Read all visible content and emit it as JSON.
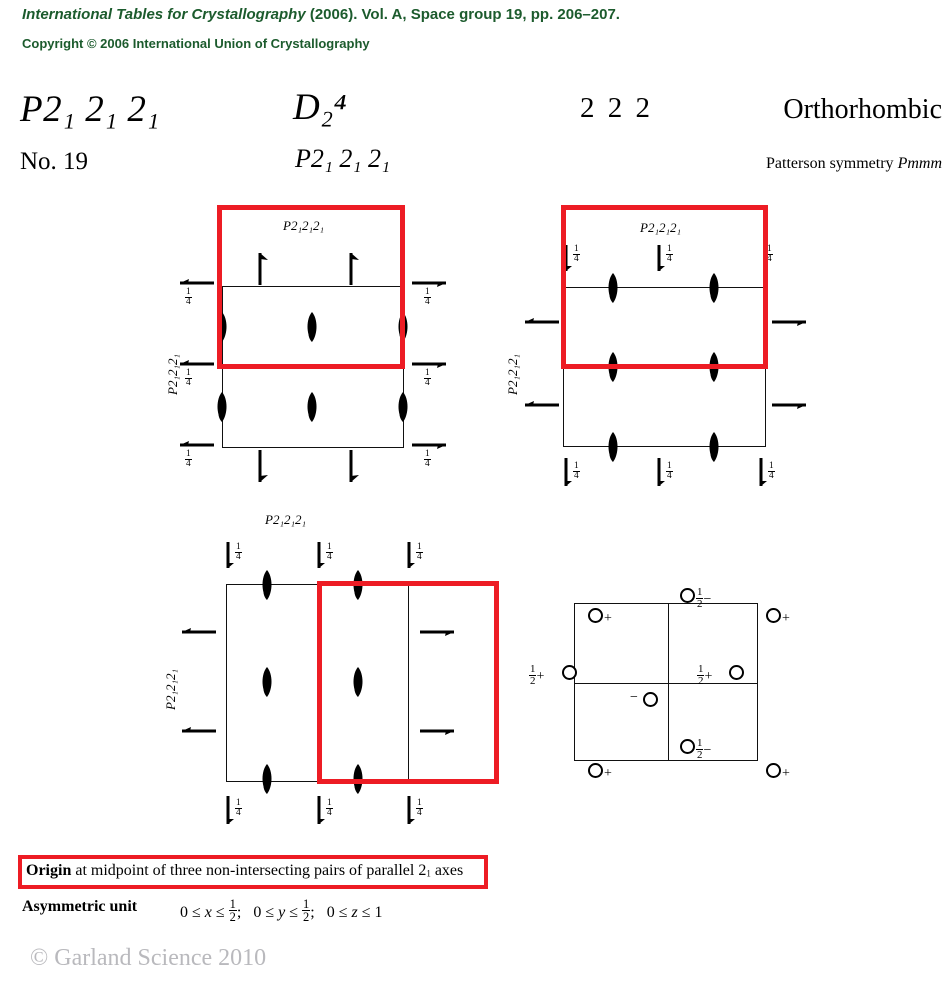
{
  "header": {
    "line1_italic": "International Tables for Crystallography",
    "line1_rest": " (2006). Vol. A, Space group 19, pp. 206–207.",
    "line2": "Copyright © 2006 International Union of Crystallography",
    "color": "#1c5b2d"
  },
  "title": {
    "hm_symbol": "P2₁ 2₁ 2₁",
    "schoenflies": "D₂⁴",
    "point_group": "2 2 2",
    "crystal_system": "Orthorhombic",
    "group_number": "No. 19",
    "hm_symbol_2": "P2₁ 2₁ 2₁",
    "patterson_prefix": "Patterson symmetry ",
    "patterson_symbol": "Pmmm"
  },
  "diagrams": [
    {
      "id": "diagram-ab-projection",
      "top_label": "P2₁2₁2₁",
      "side_label": "P2₁2₁2₁",
      "quarter_labels": [
        "¼",
        "¼",
        "¼",
        "¼",
        "¼",
        "¼"
      ],
      "red_highlight": true
    },
    {
      "id": "diagram-bc-projection",
      "top_label": "P2₁2₁2₁",
      "side_label": "P2₁2₁2₁",
      "quarter_labels": [
        "¼",
        "¼",
        "¼",
        "¼",
        "¼",
        "¼"
      ],
      "red_highlight": true
    },
    {
      "id": "diagram-ca-projection",
      "top_label": "P2₁2₁2₁",
      "side_label": "P2₁2₁2₁",
      "quarter_labels": [
        "¼",
        "¼",
        "¼",
        "¼",
        "¼",
        "¼"
      ],
      "red_highlight": true
    }
  ],
  "general_positions": {
    "points": [
      {
        "tag": "+",
        "tag_side": "right"
      },
      {
        "tag": "½−",
        "tag_side": "right"
      },
      {
        "tag": "+",
        "tag_side": "right"
      },
      {
        "tag": "½+",
        "tag_side": "left"
      },
      {
        "tag": "½+",
        "tag_side": "left"
      },
      {
        "tag": "−",
        "tag_side": "left"
      },
      {
        "tag": "½−",
        "tag_side": "right"
      },
      {
        "tag": "+",
        "tag_side": "right"
      },
      {
        "tag": "+",
        "tag_side": "right"
      }
    ]
  },
  "origin": {
    "label": "Origin",
    "text_before": " at midpoint of three non-intersecting pairs of parallel 2",
    "sub": "1",
    "text_after": " axes"
  },
  "asymmetric_unit": {
    "label": "Asymmetric unit",
    "x_range": "0 ≤ x ≤ ½;",
    "y_range": "0 ≤ y ≤ ½;",
    "z_range": "0 ≤ z ≤ 1"
  },
  "footer": "© Garland Science 2010",
  "colors": {
    "highlight_red": "#ed1c24",
    "header_green": "#1c5b2d",
    "ink": "#111111",
    "footer_gray": "#b9b9bd"
  }
}
